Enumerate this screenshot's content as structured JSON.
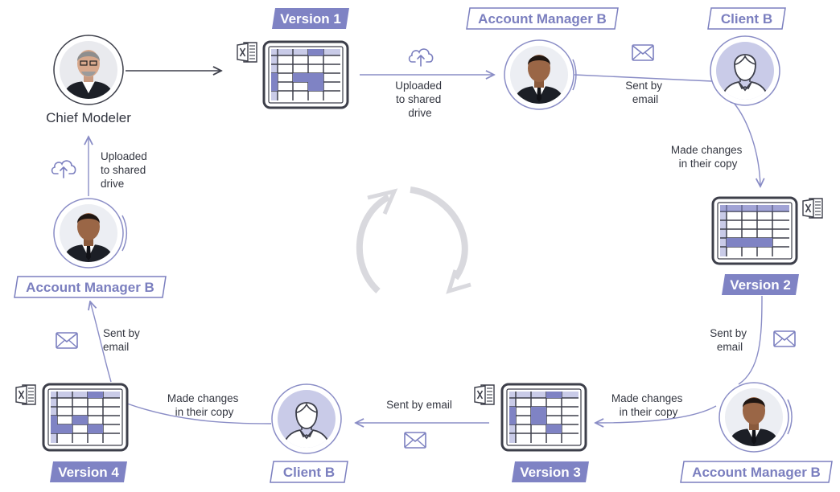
{
  "colors": {
    "accent": "#7b7fbf",
    "accent_fill": "#7f83c4",
    "line": "#8a8dc6",
    "grid_line": "#3d3f4a",
    "label_text": "#333640",
    "cycle": "#d9d9de",
    "avatar_bg": "#c9cbe8"
  },
  "nodes": {
    "chief_modeler": {
      "label": "Chief Modeler"
    },
    "version_1": {
      "label": "Version 1"
    },
    "account_manager_top": {
      "label": "Account Manager B"
    },
    "client_top": {
      "label": "Client B"
    },
    "version_2": {
      "label": "Version 2"
    },
    "account_manager_bottom": {
      "label": "Account Manager B"
    },
    "version_3": {
      "label": "Version 3"
    },
    "client_bottom": {
      "label": "Client B"
    },
    "version_4": {
      "label": "Version 4"
    },
    "account_manager_left": {
      "label": "Account Manager B"
    }
  },
  "flows": {
    "uploaded_top": [
      "Uploaded",
      "to shared",
      "drive"
    ],
    "sent_top": [
      "Sent by",
      "email"
    ],
    "changes_right": [
      "Made changes",
      "in their copy"
    ],
    "sent_right": [
      "Sent by",
      "email"
    ],
    "changes_bottom": [
      "Made changes",
      "in their copy"
    ],
    "sent_bottom": "Sent by email",
    "changes_left": [
      "Made changes",
      "in their copy"
    ],
    "sent_left": [
      "Sent by",
      "email"
    ],
    "uploaded_left": [
      "Uploaded",
      "to shared",
      "drive"
    ]
  },
  "icons": {
    "excel": "excel-file-icon",
    "upload": "cloud-upload-icon",
    "email": "envelope-icon",
    "cycle": "cycle-arrows-icon",
    "spreadsheet": "spreadsheet-icon",
    "person": "person-avatar-icon"
  }
}
